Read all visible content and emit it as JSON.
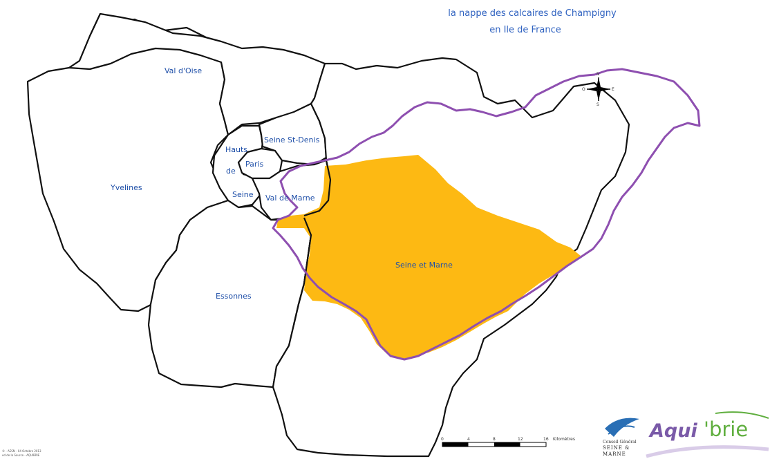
{
  "title": {
    "line1": "la nappe des calcaires de Champigny",
    "line2": "en Ile de France"
  },
  "departments": {
    "val_d_oise": "Val d'Oise",
    "yvelines": "Yvelines",
    "hauts_de_seine_1": "Hauts",
    "hauts_de_seine_2": "de",
    "hauts_de_seine_3": "Seine",
    "paris": "Paris",
    "seine_st_denis": "Seine St-Denis",
    "val_de_marne": "Val de Marne",
    "essonnes": "Essonnes",
    "seine_et_marne": "Seine et Marne"
  },
  "compass": {
    "n": "N",
    "s": "S",
    "e": "E",
    "o": "O"
  },
  "scale": {
    "ticks": [
      "0",
      "4",
      "8",
      "12",
      "16"
    ],
    "unit": "Kilomètres"
  },
  "credits": {
    "line1": "© - AESN - 04 Octobre 2013",
    "line2": "ed de la Source - AQUIBRIE"
  },
  "logos": {
    "conseil_line1": "Conseil Général",
    "conseil_line2": "SEINE &",
    "conseil_line3": "MARNE",
    "aquibrie_part1": "Aqui",
    "aquibrie_part2": "'brie"
  },
  "colors": {
    "aquifer_fill": "#fdb913",
    "aquifer_boundary": "#8e4fb0",
    "department_border": "#111111",
    "label_text": "#1f4fa8",
    "title_text": "#2f62c0",
    "aquibrie_purple": "#7a5aa8",
    "aquibrie_green": "#5fae3e",
    "conseil_blue": "#2a6fb5"
  }
}
